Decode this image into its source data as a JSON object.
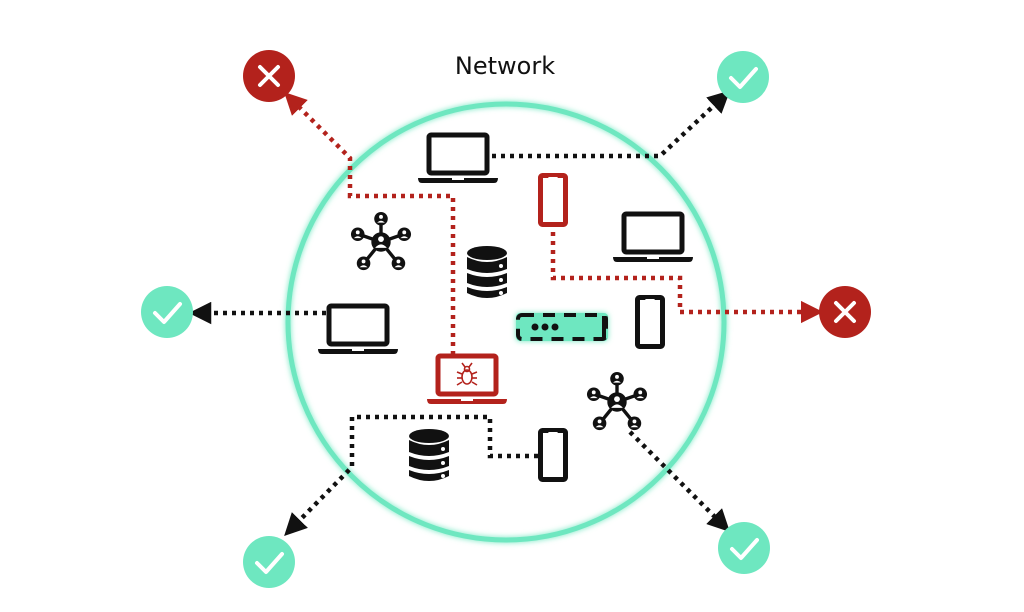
{
  "diagram": {
    "title": "Network",
    "colors": {
      "network_ring": "#6EE7C0",
      "safe": "#6EE7C0",
      "threat": "#B3221C",
      "device": "#111111",
      "compromised_device": "#B3221C",
      "background": "#FFFFFF"
    },
    "nodes": [
      {
        "id": "laptop-top",
        "type": "laptop",
        "status": "normal"
      },
      {
        "id": "phone-red",
        "type": "phone",
        "status": "compromised"
      },
      {
        "id": "laptop-right",
        "type": "laptop",
        "status": "normal"
      },
      {
        "id": "network-hub-left",
        "type": "network-hub",
        "status": "normal"
      },
      {
        "id": "database-top",
        "type": "database",
        "status": "normal"
      },
      {
        "id": "laptop-left",
        "type": "laptop",
        "status": "normal"
      },
      {
        "id": "password-field",
        "type": "password",
        "status": "highlighted",
        "text": "•••"
      },
      {
        "id": "phone-right",
        "type": "phone",
        "status": "normal"
      },
      {
        "id": "laptop-infected",
        "type": "laptop-bug",
        "status": "infected"
      },
      {
        "id": "network-hub-right",
        "type": "network-hub",
        "status": "normal"
      },
      {
        "id": "database-bottom",
        "type": "database",
        "status": "normal"
      },
      {
        "id": "phone-bottom",
        "type": "phone",
        "status": "normal"
      }
    ],
    "outcomes": [
      {
        "id": "outcome-top-left",
        "result": "blocked",
        "icon": "x-icon"
      },
      {
        "id": "outcome-top-right",
        "result": "allowed",
        "icon": "check-icon"
      },
      {
        "id": "outcome-left",
        "result": "allowed",
        "icon": "check-icon"
      },
      {
        "id": "outcome-right",
        "result": "blocked",
        "icon": "x-icon"
      },
      {
        "id": "outcome-bottom-left",
        "result": "allowed",
        "icon": "check-icon"
      },
      {
        "id": "outcome-bottom-right",
        "result": "allowed",
        "icon": "check-icon"
      }
    ],
    "connections": [
      {
        "from": "laptop-infected",
        "to": "outcome-top-left",
        "style": "threat"
      },
      {
        "from": "laptop-top",
        "to": "outcome-top-right",
        "style": "normal"
      },
      {
        "from": "laptop-left",
        "to": "outcome-left",
        "style": "normal"
      },
      {
        "from": "phone-red",
        "to": "outcome-right",
        "style": "threat"
      },
      {
        "from": "phone-bottom",
        "to": "outcome-bottom-left",
        "style": "normal"
      },
      {
        "from": "network-hub-right",
        "to": "outcome-bottom-right",
        "style": "normal"
      }
    ]
  }
}
